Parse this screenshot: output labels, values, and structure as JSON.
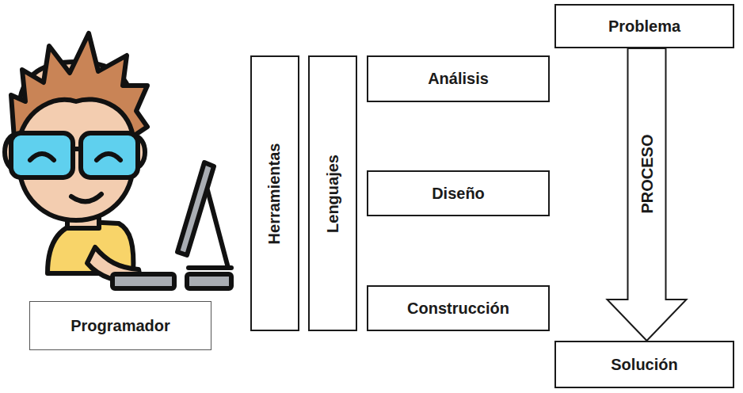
{
  "diagram": {
    "nodes": [
      {
        "text": [
          "Problema"
        ]
      },
      {
        "text": [
          "Herramientas"
        ]
      },
      {
        "text": [
          "Lenguajes"
        ]
      },
      {
        "text": [
          "Análisis"
        ]
      },
      {
        "text": [
          "Diseño"
        ]
      },
      {
        "text": [
          "Construcción"
        ]
      },
      {
        "text": [
          "Programador"
        ]
      },
      {
        "text": [
          "Solución"
        ]
      }
    ],
    "edges": [
      {
        "from": 0,
        "to": 7,
        "label": "PROCESO",
        "arrow": "to"
      }
    ]
  }
}
